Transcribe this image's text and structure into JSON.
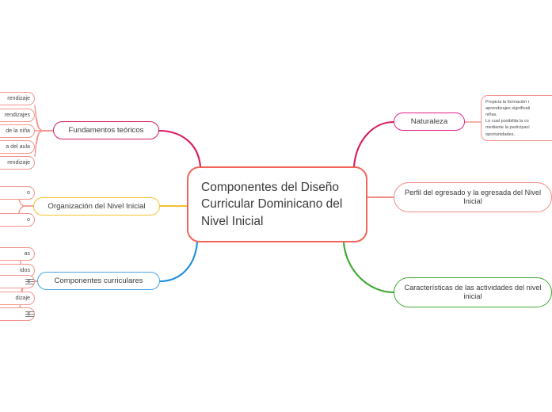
{
  "app": {
    "background": "#ffffff",
    "type": "mind-map"
  },
  "root": {
    "label": "Componentes del Diseño Curricular Dominicano del Nivel Inicial",
    "color": "#f4645a"
  },
  "branches": [
    {
      "id": "fundamentos",
      "label": "Fundamentos teóricos",
      "color": "#d81b60",
      "side": "left"
    },
    {
      "id": "organizacion",
      "label": "Organización del Nivel Inicial",
      "color": "#f2c230",
      "side": "left"
    },
    {
      "id": "componentes",
      "label": "Componentes curriculares",
      "color": "#4ba3e3",
      "side": "left"
    },
    {
      "id": "naturaleza",
      "label": "Naturaleza",
      "color": "#e91e8c",
      "side": "right"
    },
    {
      "id": "perfil",
      "label": "Perfil del egresado y la egresada del Nivel Inicial",
      "color": "#f08b84",
      "side": "right"
    },
    {
      "id": "caracteristicas",
      "label": "Características de las actividades del nivel inicial",
      "color": "#3ea832",
      "side": "right"
    }
  ],
  "leaves": {
    "fundamentos": [
      {
        "label": "rendizaje",
        "has_handle": false
      },
      {
        "label": "rendizajes",
        "has_handle": false
      },
      {
        "label": "de la niña",
        "has_handle": false
      },
      {
        "label": "a del aula",
        "has_handle": false
      },
      {
        "label": "rendizaje",
        "has_handle": false
      }
    ],
    "organizacion": [
      {
        "label": "o",
        "has_handle": false
      },
      {
        "label": "o",
        "has_handle": false
      }
    ],
    "componentes": [
      {
        "label": "as",
        "has_handle": false
      },
      {
        "label": "idos",
        "has_handle": false
      },
      {
        "label": "s",
        "has_handle": true
      },
      {
        "label": "dizaje",
        "has_handle": false
      },
      {
        "label": "s",
        "has_handle": true
      }
    ],
    "naturaleza_note": "Propicia la formación i\naprendizajes significati\nniñas.\nLo cual posibilita la co\nmediante la participaci\noportunidades."
  },
  "icons": {
    "handle": "hamburger-handle-icon"
  }
}
